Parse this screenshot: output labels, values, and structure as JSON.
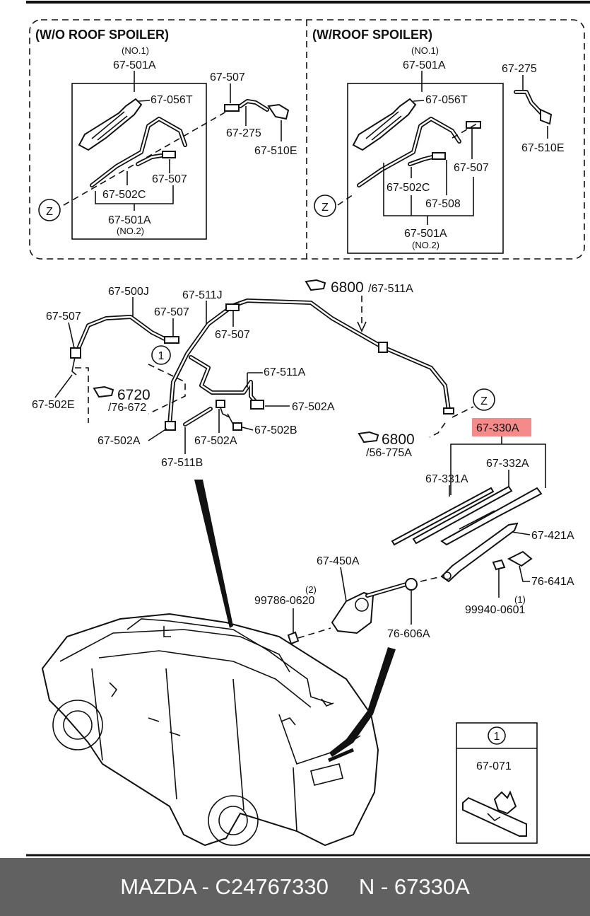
{
  "sections": {
    "no_spoiler": "(W/O ROOF SPOILER)",
    "with_spoiler": "(W/ROOF SPOILER)"
  },
  "labels": {
    "no1": "(NO.1)",
    "no2": "(NO.2)",
    "p67_501A": "67-501A",
    "p67_056T": "67-056T",
    "p67_507": "67-507",
    "p67_275": "67-275",
    "p67_510E": "67-510E",
    "p67_502C": "67-502C",
    "p67_508": "67-508",
    "p67_500J": "67-500J",
    "p67_511J": "67-511J",
    "p67_511A": "67-511A",
    "p67_502E": "67-502E",
    "p67_502A": "67-502A",
    "p67_502B": "67-502B",
    "p67_511B": "67-511B",
    "p67_330A": "67-330A",
    "p67_332A": "67-332A",
    "p67_331A": "67-331A",
    "p67_421A": "67-421A",
    "p67_450A": "67-450A",
    "p76_641A": "76-641A",
    "p76_606A": "76-606A",
    "p99786": "99786-0620",
    "p99940": "99940-0601",
    "qty2": "(2)",
    "qty1": "(1)",
    "p67_071": "67-071",
    "z": "Z",
    "circle1": "1",
    "ref6800": "6800",
    "ref67_511A": "/67-511A",
    "ref6720": "6720",
    "ref76_672": "/76-672",
    "ref56_775A": "/56-775A"
  },
  "highlight_color": "#f48a8a",
  "footer": {
    "brand": "MAZDA",
    "code": "C24767330",
    "number": "N - 67330A",
    "text": "MAZDA - C24767330     N - 67330A"
  }
}
